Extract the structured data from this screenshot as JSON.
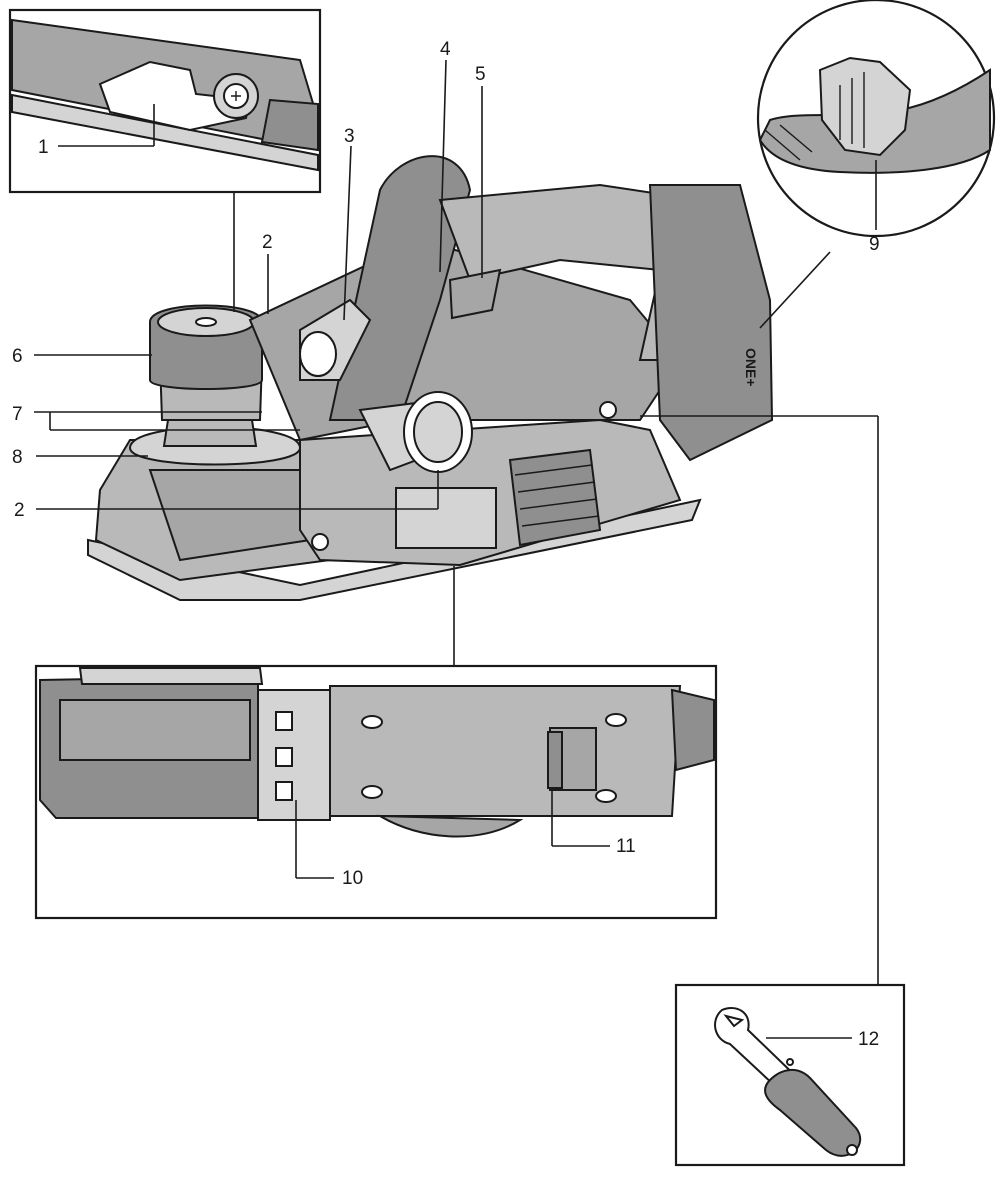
{
  "callouts": [
    {
      "id": "1",
      "label": "1"
    },
    {
      "id": "2a",
      "label": "2"
    },
    {
      "id": "2b",
      "label": "2"
    },
    {
      "id": "3",
      "label": "3"
    },
    {
      "id": "4",
      "label": "4"
    },
    {
      "id": "5",
      "label": "5"
    },
    {
      "id": "6",
      "label": "6"
    },
    {
      "id": "7",
      "label": "7"
    },
    {
      "id": "8",
      "label": "8"
    },
    {
      "id": "9",
      "label": "9"
    },
    {
      "id": "10",
      "label": "10"
    },
    {
      "id": "11",
      "label": "11"
    },
    {
      "id": "12",
      "label": "12"
    }
  ],
  "brand_mark": "ONE+"
}
